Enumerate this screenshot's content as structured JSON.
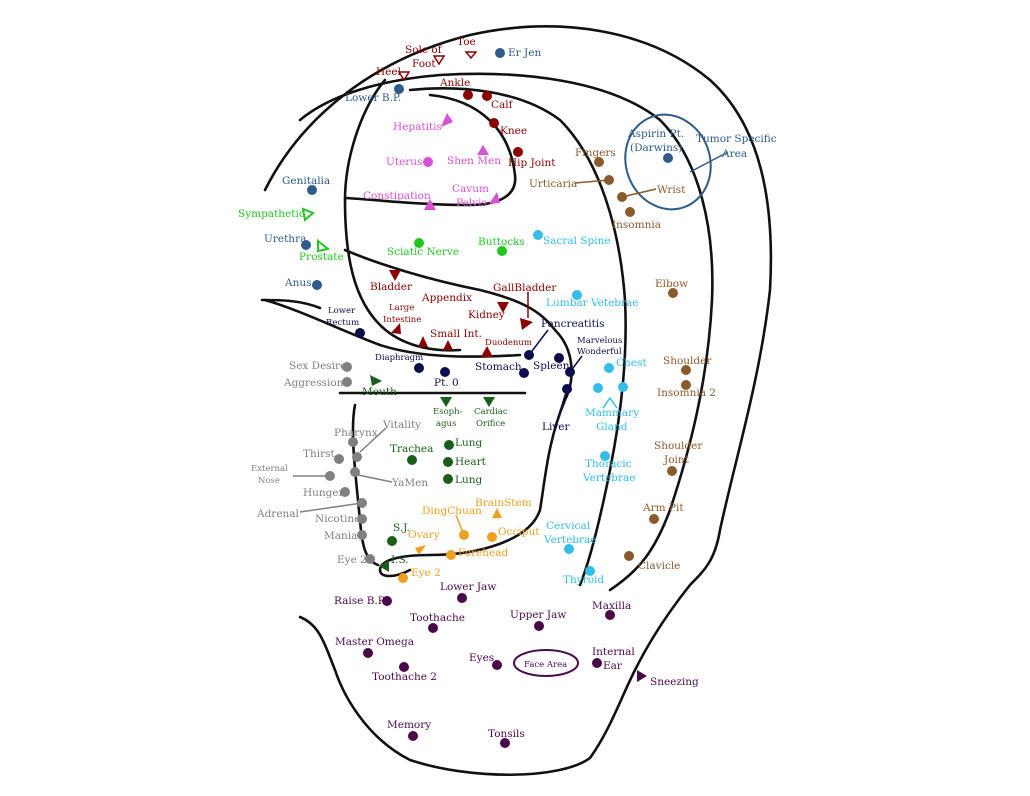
{
  "colors": {
    "outline": "#111111",
    "red": "#8b0000",
    "blue": "#2e5b8a",
    "magenta": "#d84fd8",
    "green": "#1fc81f",
    "brown": "#8b5a2b",
    "lightblue": "#33bde8",
    "navy": "#0d0d4d",
    "darkgreen": "#1b5e1b",
    "gray": "#808080",
    "orange": "#f0a020",
    "purple": "#4a0a4a"
  },
  "labels": {
    "toe": "Toe",
    "sole_of": "Sole of",
    "foot": "Foot",
    "er_jen": "Er Jen",
    "heel": "Heel",
    "lower_bp": "Lower B.P.",
    "ankle": "Ankle",
    "calf": "Calf",
    "knee": "Knee",
    "hepatitis": "Hepatitis",
    "uterus": "Uterus",
    "shen_men": "Shen Men",
    "hip_joint": "Hip Joint",
    "constipation": "Constipation",
    "cavum": "Cavum",
    "pelvis": "Pelvis",
    "genitalia": "Genitalia",
    "sympathetic": "Sympathetic",
    "urethra": "Urethra",
    "prostate": "Prostate",
    "anus": "Anus",
    "sciatic_nerve": "Sciatic Nerve",
    "buttocks": "Buttocks",
    "sacral_spine": "Sacral Spine",
    "fingers": "Fingers",
    "aspirin_pt": "Aspirin Pt.",
    "darwins": "(Darwins)",
    "tumor_specific": "Tumor Specific",
    "area": "Area",
    "urticaria": "Urticaria",
    "wrist": "Wrist",
    "insomnia": "Insomnia",
    "elbow": "Elbow",
    "lumbar_vertebrae": "Lumbar Vetebrae",
    "bladder": "Bladder",
    "appendix": "Appendix",
    "gallbladder": "GallBladder",
    "kidney": "Kidney",
    "large": "Large",
    "intestine": "Intestine",
    "small_int": "Small Int.",
    "lower": "Lower",
    "rectum": "Rectum",
    "pancreatitis": "Pancreatitis",
    "duodenum": "Duodenum",
    "marvelous": "Marvelous",
    "wonderful": "Wonderful",
    "chest": "Chest",
    "diaphragm": "Diaphragm",
    "stomach": "Stomach",
    "spleen": "Spleen",
    "pt0": "Pt. 0",
    "sex_desire": "Sex Desire",
    "aggression": "Aggression",
    "mouth": "Mouth",
    "shoulder": "Shoulder",
    "insomnia2": "Insomnia 2",
    "esoph": "Esoph-",
    "agus": "agus",
    "cardiac": "Cardiac",
    "orifice": "Orifice",
    "liver": "Liver",
    "mammary": "Mammary",
    "gland": "Gland",
    "vitality": "Vitality",
    "pharynx": "Pharynx",
    "trachea": "Trachea",
    "lung": "Lung",
    "heart": "Heart",
    "lung2": "Lung",
    "thirst": "Thirst",
    "external": "External",
    "nose": "Nose",
    "yamen": "YaMen",
    "shoulder_joint1": "Shoulder",
    "shoulder_joint2": "Joint",
    "thoracic": "Thoracic",
    "vertebrae": "Vertebrae",
    "hunger": "Hunger",
    "adrenal": "Adrenal",
    "brainstem": "BrainStem",
    "dingchuan": "DingChuan",
    "arm_pit": "Arm Pit",
    "nicotine": "Nicotine",
    "sj": "S.J.",
    "ovary": "Ovary",
    "occiput": "Occiput",
    "cervical": "Cervical",
    "vertebrae2": "Vertebrae",
    "mania": "Mania",
    "forehead": "Forehead",
    "eye2a": "Eye 2",
    "is": "I.S.",
    "eye2b": "Eye 2",
    "thyroid": "Thyroid",
    "clavicle": "Clavicle",
    "lower_jaw": "Lower Jaw",
    "raise_bp": "Raise B.P.",
    "maxilla": "Maxilla",
    "toothache": "Toothache",
    "upper_jaw": "Upper Jaw",
    "master_omega": "Master Omega",
    "eyes": "Eyes",
    "face_area": "Face Area",
    "internal": "Internal",
    "ear": "Ear",
    "toothache2": "Toothache 2",
    "sneezing": "Sneezing",
    "memory": "Memory",
    "tonsils": "Tonsils"
  }
}
